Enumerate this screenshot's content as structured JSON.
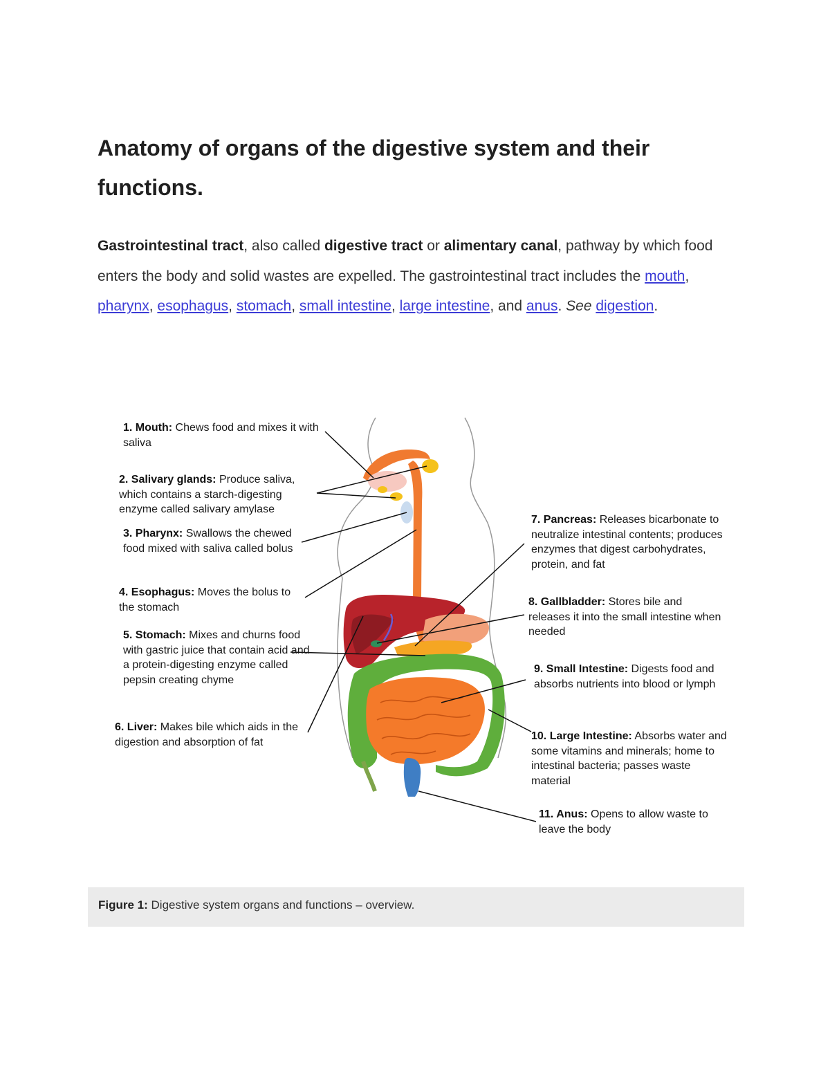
{
  "title": "Anatomy of organs of the digestive system and their functions.",
  "intro": {
    "term1": "Gastrointestinal tract",
    "text1": ", also called ",
    "term2": "digestive tract",
    "text2": " or ",
    "term3": "alimentary canal",
    "text3": ", pathway by which food enters the body and solid wastes are expelled. The gastrointestinal tract includes the ",
    "links": [
      "mouth",
      "pharynx",
      "esophagus",
      "stomach",
      "small intestine",
      "large intestine"
    ],
    "sep": ", ",
    "and": ", and ",
    "link_last": "anus",
    "see": "See",
    "link_digestion": "digestion",
    "period": "."
  },
  "figure": {
    "labels": [
      {
        "name": "1. Mouth:",
        "text": " Chews food and mixes it with saliva"
      },
      {
        "name": "2. Salivary glands:",
        "text": " Produce saliva, which contains a starch-digesting enzyme called salivary amylase"
      },
      {
        "name": "3. Pharynx:",
        "text": " Swallows the chewed food mixed with saliva called bolus"
      },
      {
        "name": "4. Esophagus:",
        "text": " Moves the bolus to the stomach"
      },
      {
        "name": "5. Stomach:",
        "text": " Mixes and churns food with gastric juice that contain acid and a protein-digesting enzyme called pepsin creating chyme"
      },
      {
        "name": "6. Liver:",
        "text": " Makes bile which aids in the digestion and absorption of fat"
      },
      {
        "name": "7. Pancreas:",
        "text": " Releases bicarbonate to neutralize intestinal contents; produces enzymes that digest carbohydrates, protein, and fat"
      },
      {
        "name": "8. Gallbladder:",
        "text": " Stores bile and releases it into the small intestine when needed"
      },
      {
        "name": "9. Small Intestine:",
        "text": " Digests food and absorbs nutrients into blood or lymph"
      },
      {
        "name": "10. Large Intestine:",
        "text": " Absorbs water and some vitamins and minerals; home to intestinal bacteria; passes waste material"
      },
      {
        "name": "11. Anus:",
        "text": " Opens to allow waste to leave the body"
      }
    ]
  },
  "caption": {
    "label": "Figure 1:",
    "text": " Digestive system organs and functions – overview."
  },
  "colors": {
    "link": "#3b3bd6",
    "esophagus": "#f07a30",
    "liver": "#b8232b",
    "small_intestine": "#f47a2a",
    "large_intestine": "#5fae3c",
    "caption_bg": "#ebebeb"
  }
}
